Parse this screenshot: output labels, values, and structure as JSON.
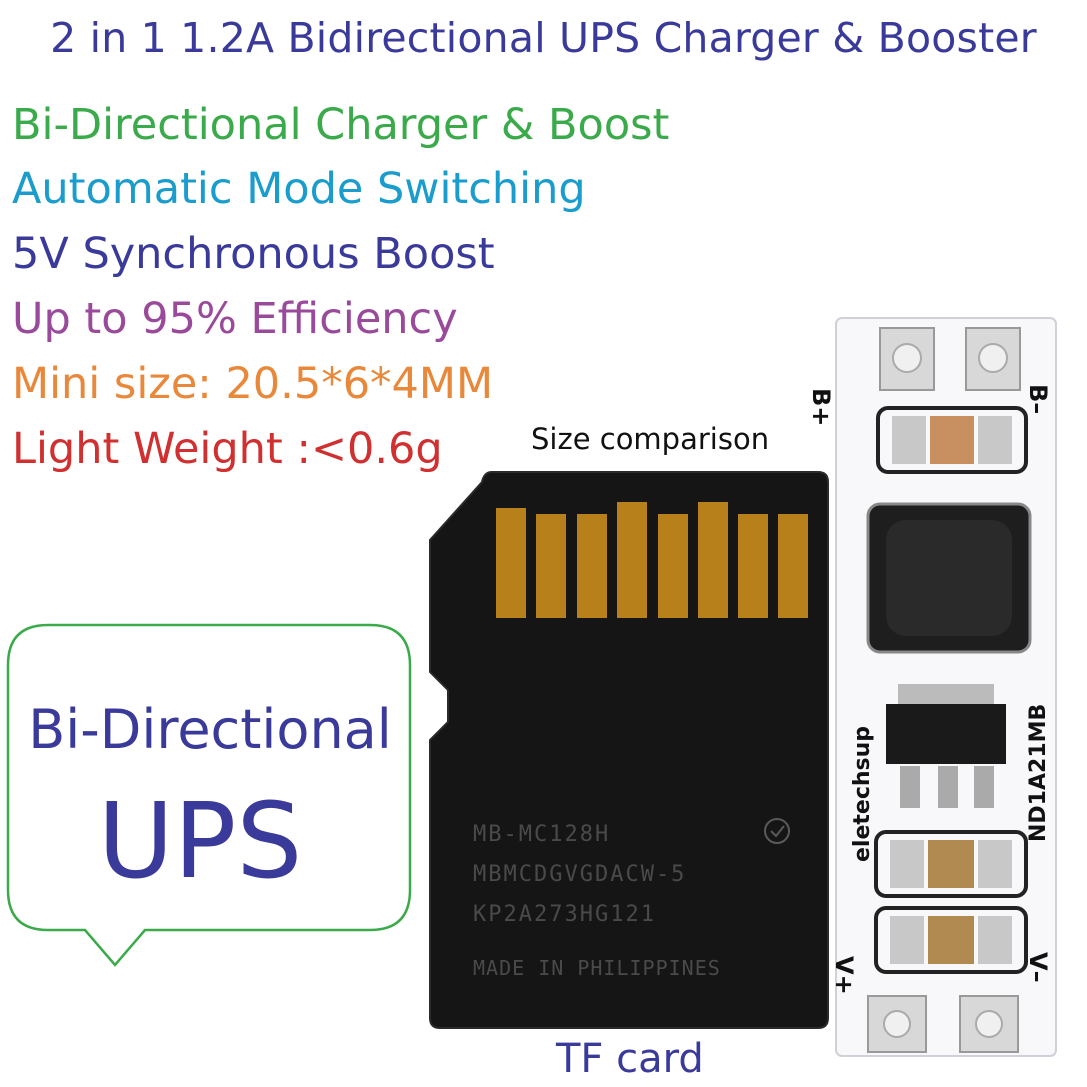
{
  "header": {
    "title": "2 in 1 1.2A Bidirectional UPS Charger & Booster"
  },
  "features": [
    "Bi-Directional Charger & Boost",
    "Automatic Mode Switching",
    "5V Synchronous Boost",
    "Up to 95% Efficiency",
    "Mini size: 20.5*6*4MM",
    "Light Weight :<0.6g"
  ],
  "bubble": {
    "line1": "Bi-Directional",
    "line2": "UPS"
  },
  "comparison": {
    "top_caption": "Size comparison",
    "bottom_caption": "TF card"
  },
  "tf_card": {
    "lines": [
      "MB-MC128H",
      "MBMCDGVGDACW-5",
      "KP2A273HG121",
      "MADE IN PHILIPPINES"
    ]
  },
  "module": {
    "pad_labels": {
      "b_plus": "B+",
      "b_minus": "B–",
      "v_plus": "V+",
      "v_minus": "V–"
    },
    "silk_left": "eletechsup",
    "silk_right": "ND1A21MB"
  },
  "colors": {
    "title": "#3a3a9a",
    "green": "#3aaa4a",
    "cyan": "#1a9ccc",
    "purple": "#9a4a9a",
    "orange": "#e8883a",
    "red": "#d03030",
    "bubble_border": "#3aaa4a",
    "card": "#151515",
    "contacts": "#b8801a"
  }
}
